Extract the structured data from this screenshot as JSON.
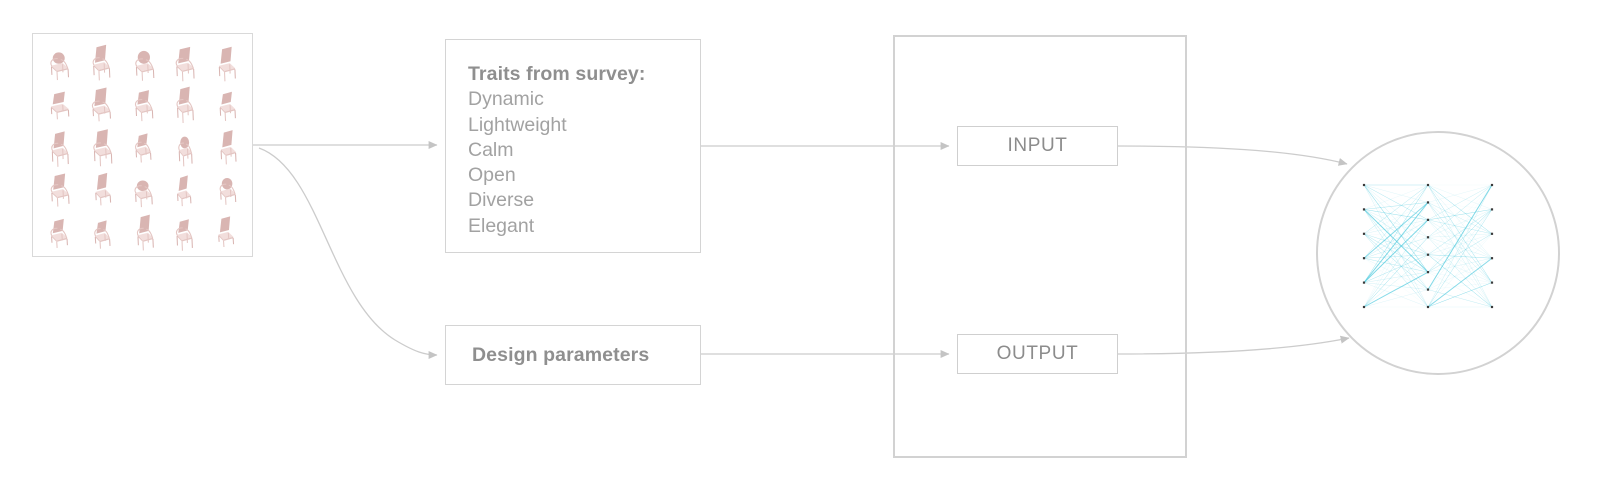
{
  "diagram": {
    "title": "Design trait to parameter neural network pipeline",
    "colors": {
      "box_border": "#d4d4d4",
      "container_border": "#d2d2d2",
      "heading_text": "#8f8f8f",
      "body_text": "#a2a2a2",
      "arrow": "#c9c9c9",
      "chair_fill": "#d9b5b2",
      "chair_light": "#f2dedc",
      "network_line": "#4cc9dd",
      "network_node": "#3a3a3a"
    }
  },
  "chair_panel": {
    "name": "chair-dataset-thumbnail-grid",
    "rows": 5,
    "columns": 5,
    "count": 25,
    "caption": ""
  },
  "traits_panel": {
    "title": "Traits from survey:",
    "items": [
      "Dynamic",
      "Lightweight",
      "Calm",
      "Open",
      "Diverse",
      "Elegant"
    ]
  },
  "design_panel": {
    "label": "Design parameters"
  },
  "model": {
    "input_label": "INPUT",
    "output_label": "OUTPUT"
  },
  "network": {
    "label": "",
    "layers": [
      {
        "name": "input-layer",
        "nodes": 6
      },
      {
        "name": "hidden-layer",
        "nodes": 8
      },
      {
        "name": "output-layer",
        "nodes": 6
      }
    ]
  },
  "arrows": [
    {
      "name": "chairs-to-traits",
      "from": "chair-panel",
      "to": "traits-box"
    },
    {
      "name": "chairs-to-design-parameters",
      "from": "chair-panel",
      "to": "design-box"
    },
    {
      "name": "traits-to-input",
      "from": "traits-box",
      "to": "input-box"
    },
    {
      "name": "design-parameters-to-output",
      "from": "design-box",
      "to": "output-box"
    },
    {
      "name": "input-to-network",
      "from": "input-box",
      "to": "network-circle"
    },
    {
      "name": "output-to-network",
      "from": "output-box",
      "to": "network-circle"
    }
  ]
}
